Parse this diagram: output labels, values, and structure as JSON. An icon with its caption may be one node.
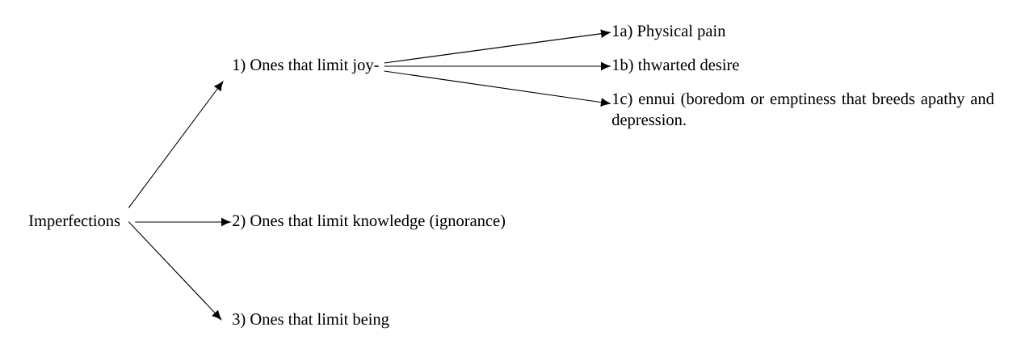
{
  "diagram": {
    "nodes": [
      {
        "text": [
          "Imperfections"
        ]
      },
      {
        "text": [
          "1) Ones that limit joy-"
        ]
      },
      {
        "text": [
          "2) Ones that limit knowledge (ignorance)"
        ]
      },
      {
        "text": [
          "3) Ones that limit being"
        ]
      },
      {
        "text": [
          "1a) Physical pain"
        ]
      },
      {
        "text": [
          "1b) thwarted desire"
        ]
      },
      {
        "text": [
          "1c) ennui (boredom or emptiness that breeds apathy and depression."
        ]
      }
    ],
    "edges": [
      {
        "from": 0,
        "to": 1,
        "arrow": "to"
      },
      {
        "from": 0,
        "to": 2,
        "arrow": "to"
      },
      {
        "from": 0,
        "to": 3,
        "arrow": "to"
      },
      {
        "from": 1,
        "to": 4,
        "arrow": "to"
      },
      {
        "from": 1,
        "to": 5,
        "arrow": "to"
      },
      {
        "from": 1,
        "to": 6,
        "arrow": "to"
      }
    ]
  }
}
